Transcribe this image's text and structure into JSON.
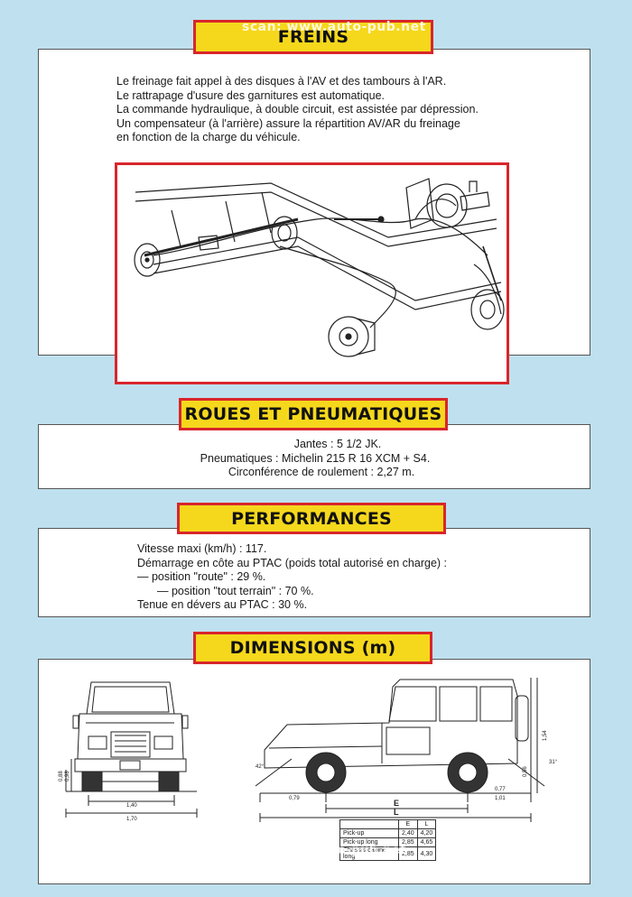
{
  "watermark": {
    "top": "scan: www.auto-pub.net",
    "bottom": "scan: www.auto-pub.net"
  },
  "freins": {
    "title": "FREINS",
    "lines": [
      "Le freinage fait appel à des disques à l'AV et des tambours à l'AR.",
      "Le rattrapage d'usure des garnitures est automatique.",
      "La commande hydraulique, à double circuit, est assistée par dépression.",
      "Un compensateur (à l'arrière) assure la répartition AV/AR du freinage",
      "en fonction de la charge du véhicule."
    ]
  },
  "roues": {
    "title": "ROUES ET PNEUMATIQUES",
    "lines": [
      "Jantes : 5 1/2 JK.",
      "Pneumatiques : Michelin 215 R 16 XCM + S4.",
      "Circonférence de roulement : 2,27 m."
    ]
  },
  "performances": {
    "title": "PERFORMANCES",
    "lines": [
      "Vitesse maxi (km/h) : 117.",
      "Démarrage en côte au PTAC (poids total autorisé en charge) :",
      "— position \"route\" : 29 %.",
      "— position \"tout terrain\" : 70 %.",
      "Tenue en dévers au PTAC : 30 %."
    ]
  },
  "dimensions": {
    "title": "DIMENSIONS (m)",
    "front_labels": {
      "width": "1,40",
      "overall": "1,70",
      "h1": "0,88",
      "h2": "0,98"
    },
    "side_labels": {
      "rear_overhang": "0,79",
      "e": "E",
      "l": "L",
      "front_a": "0,77",
      "front_b": "1,01",
      "height": "1,54",
      "ground": "0,56",
      "angle_front": "31°",
      "angle_rear": "42°"
    },
    "table": {
      "headers": [
        "",
        "E",
        "L"
      ],
      "rows": [
        [
          "Pick-up",
          "2,40",
          "4,20"
        ],
        [
          "Pick-up long",
          "2,85",
          "4,65"
        ],
        [
          "Châssis-cabine long",
          "2,85",
          "4,30"
        ]
      ]
    }
  }
}
